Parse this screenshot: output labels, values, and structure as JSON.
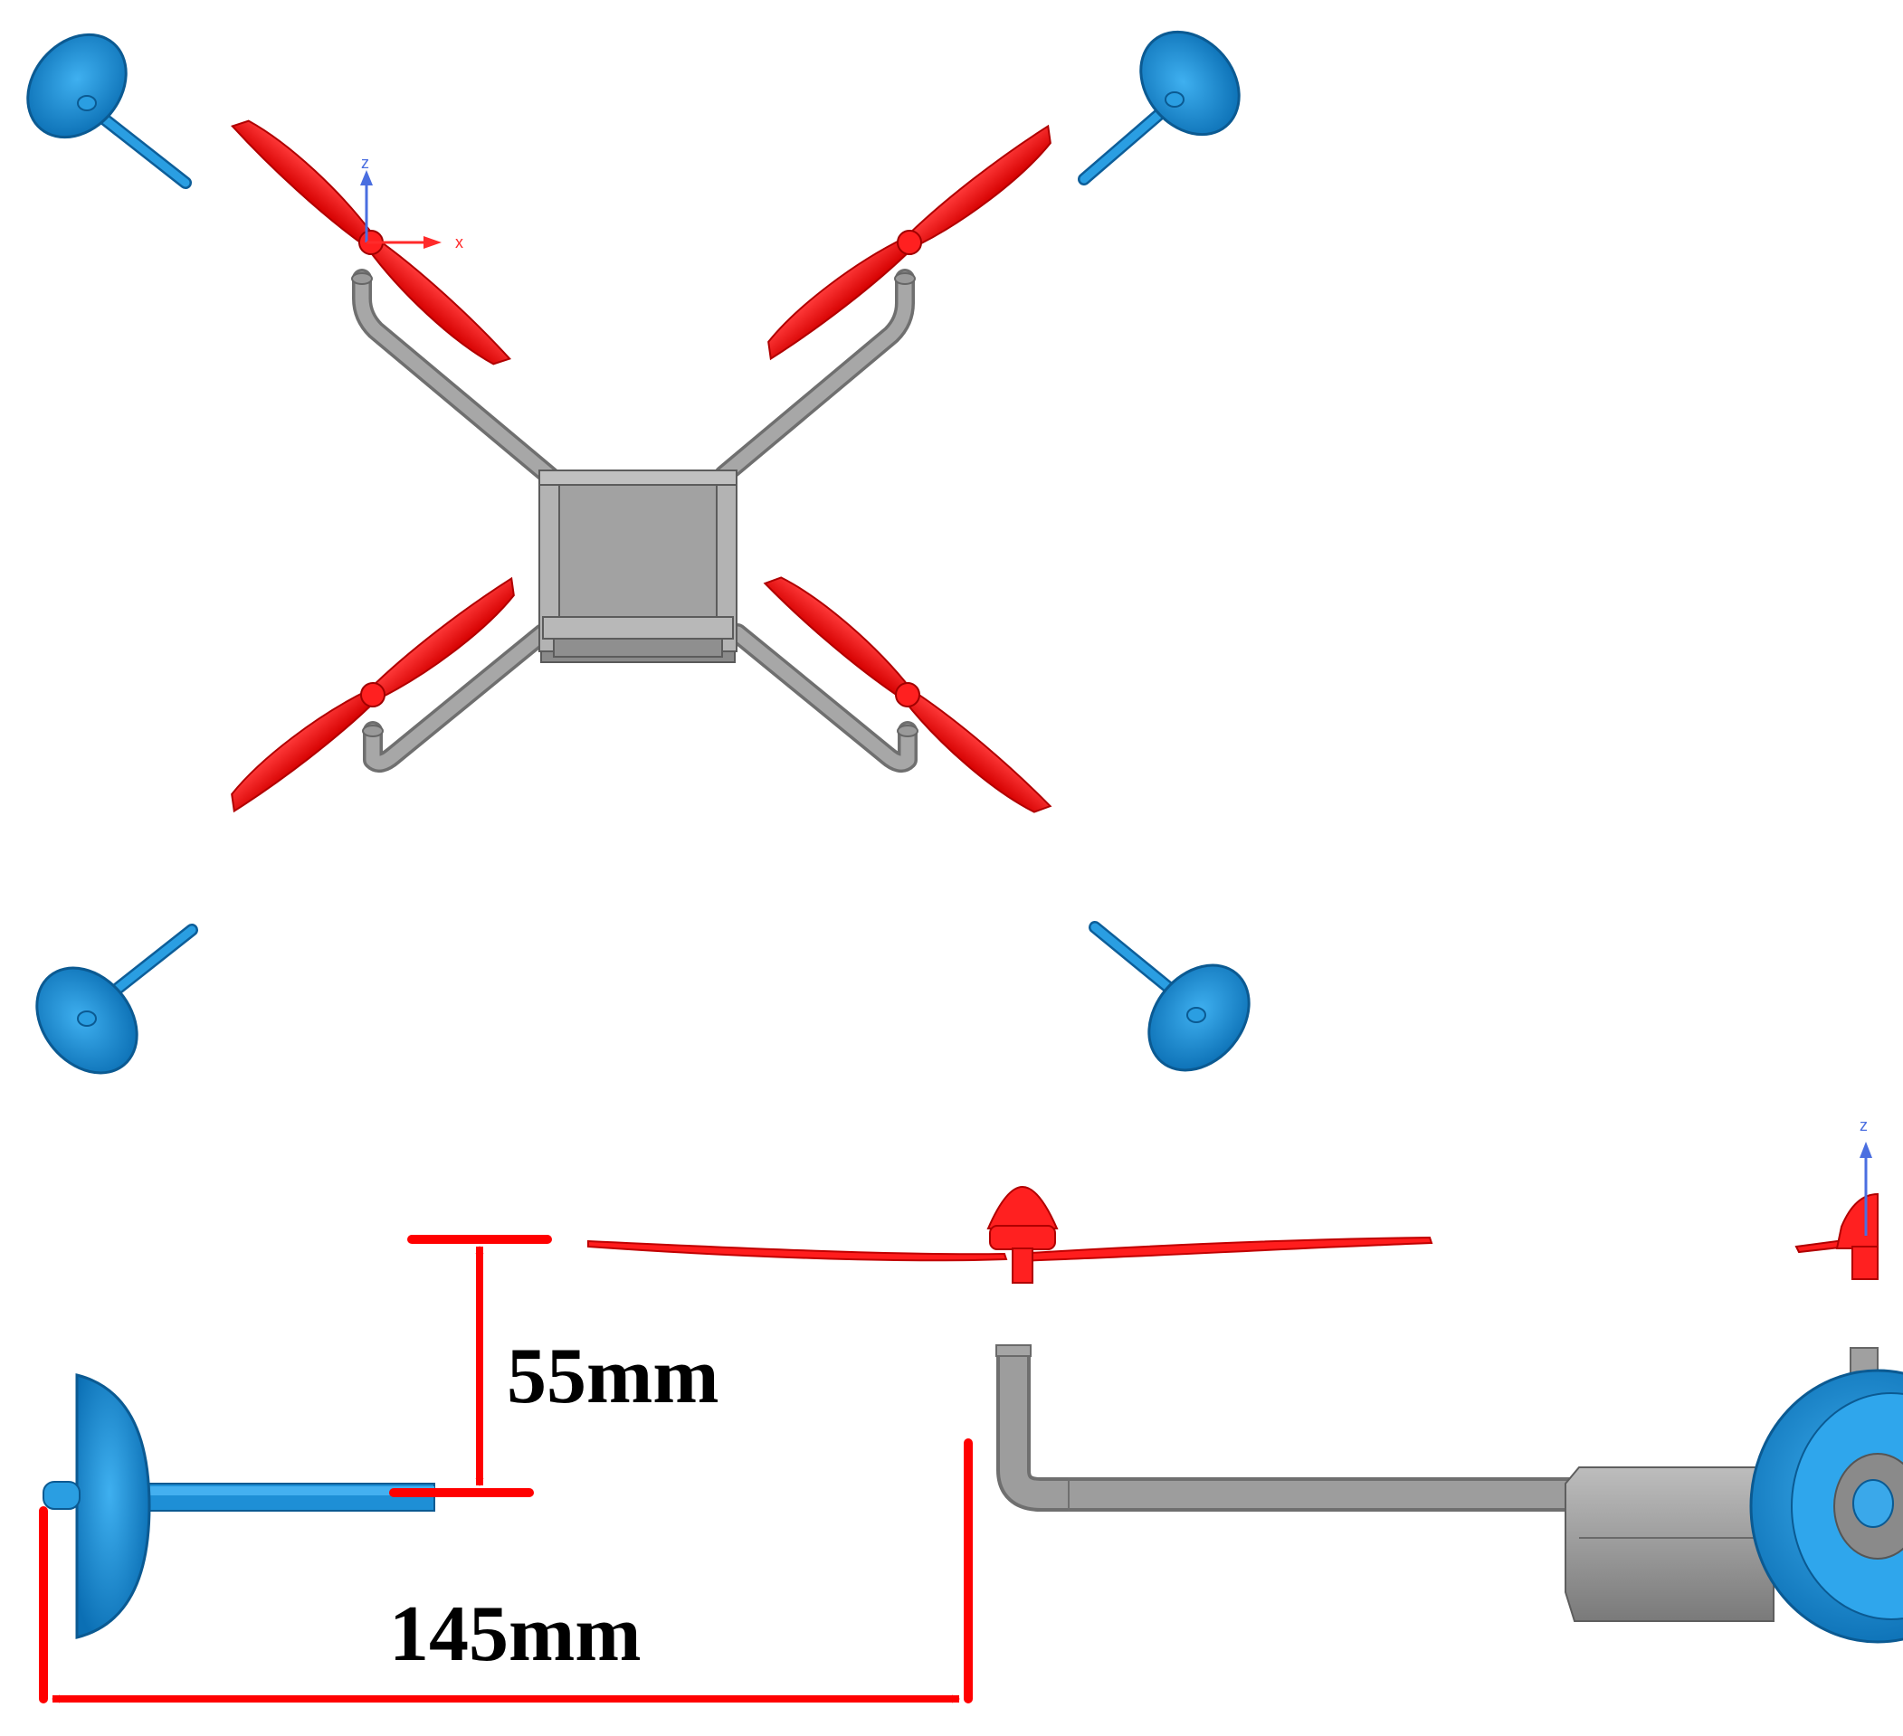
{
  "dimensions": {
    "vertical_gap": "55mm",
    "horizontal_span": "145mm"
  },
  "axes": {
    "top": {
      "z": "z",
      "x": "x"
    },
    "side": {
      "z": "z"
    }
  },
  "colors": {
    "propeller": "#ff1d1d",
    "propeller_dark": "#c80000",
    "frame": "#9a9a9a",
    "frame_dark": "#6e6e6e",
    "dish": "#1e8fd6",
    "dish_dark": "#0d5e99",
    "dimension": "#ff0000",
    "axis_z": "#4a6ee0",
    "axis_x": "#ff2a2a"
  }
}
